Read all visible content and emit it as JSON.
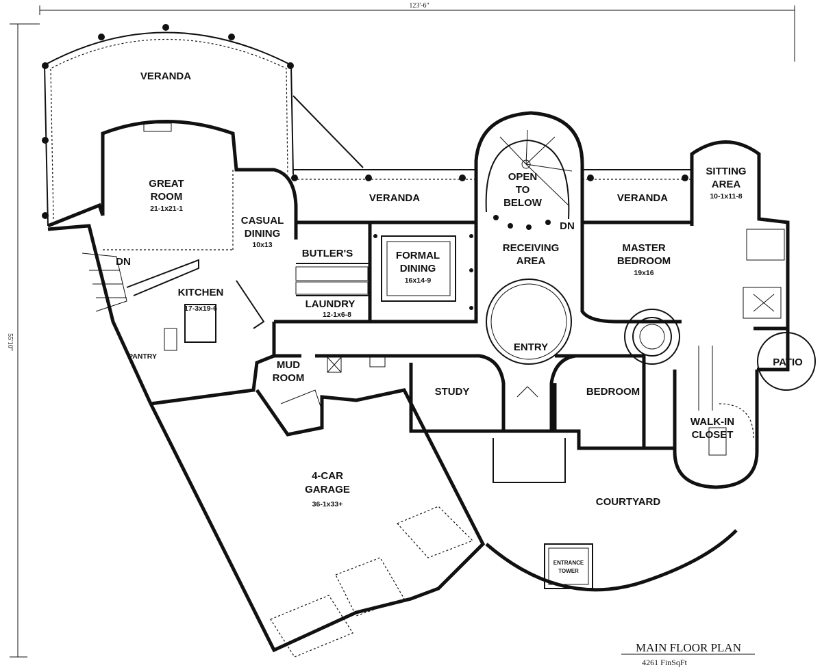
{
  "plan": {
    "title": "MAIN FLOOR PLAN",
    "area": "4261 FinSqFt",
    "width_dim": "123'-6\"",
    "depth_dim": "55'10\""
  },
  "rooms": {
    "veranda_top": "VERANDA",
    "great_room": "GREAT",
    "great_room_2": "ROOM",
    "great_room_size": "21-1x21-1",
    "casual_dining": "CASUAL",
    "casual_dining_2": "DINING",
    "casual_dining_size": "10x13",
    "veranda_mid": "VERANDA",
    "open_below": "OPEN",
    "open_below_2": "TO",
    "open_below_3": "BELOW",
    "dn_stair": "DN",
    "veranda_right": "VERANDA",
    "sitting_area": "SITTING",
    "sitting_area_2": "AREA",
    "sitting_area_size": "10-1x11-8",
    "dn_left": "DN",
    "butlers": "BUTLER'S",
    "formal_dining": "FORMAL",
    "formal_dining_2": "DINING",
    "formal_dining_size": "16x14-9",
    "receiving": "RECEIVING",
    "receiving_2": "AREA",
    "master_bedroom": "MASTER",
    "master_bedroom_2": "BEDROOM",
    "master_bedroom_size": "19x16",
    "kitchen": "KITCHEN",
    "kitchen_size": "17-3x19-6",
    "laundry": "LAUNDRY",
    "laundry_size": "12-1x6-8",
    "entry": "ENTRY",
    "pantry": "PANTRY",
    "mud_room": "MUD",
    "mud_room_2": "ROOM",
    "study": "STUDY",
    "bedroom": "BEDROOM",
    "patio": "PATIO",
    "walk_in": "WALK-IN",
    "walk_in_2": "CLOSET",
    "garage": "4-CAR",
    "garage_2": "GARAGE",
    "garage_size": "36-1x33+",
    "courtyard": "COURTYARD",
    "tower": "ENTRANCE",
    "tower_2": "TOWER"
  }
}
